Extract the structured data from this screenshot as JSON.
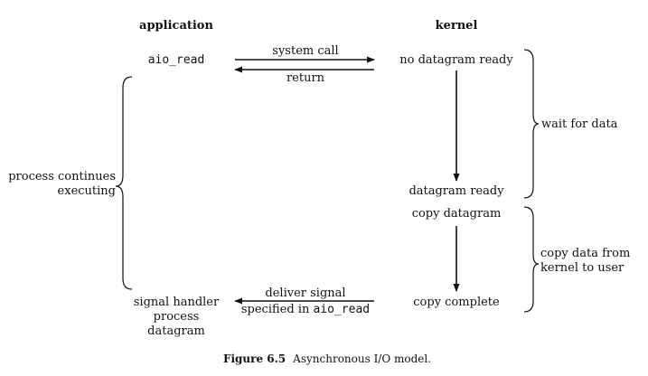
{
  "columns": {
    "application": "application",
    "kernel": "kernel"
  },
  "application": {
    "aio_read": "aio_read",
    "process_line1": "process continues",
    "process_line2": "executing",
    "handler_line1": "signal handler",
    "handler_line2": "process",
    "handler_line3": "datagram"
  },
  "kernel": {
    "no_datagram": "no datagram ready",
    "datagram_ready": "datagram ready",
    "copy_datagram": "copy datagram",
    "copy_complete": "copy complete"
  },
  "arrows": {
    "system_call": "system call",
    "return": "return",
    "deliver_line1": "deliver signal",
    "deliver_line2_prefix": "specified in ",
    "deliver_line2_code": "aio_read"
  },
  "phases": {
    "wait": "wait for data",
    "copy_line1": "copy data from",
    "copy_line2": "kernel to user"
  },
  "caption": {
    "label": "Figure 6.5",
    "text": "Asynchronous I/O model."
  }
}
